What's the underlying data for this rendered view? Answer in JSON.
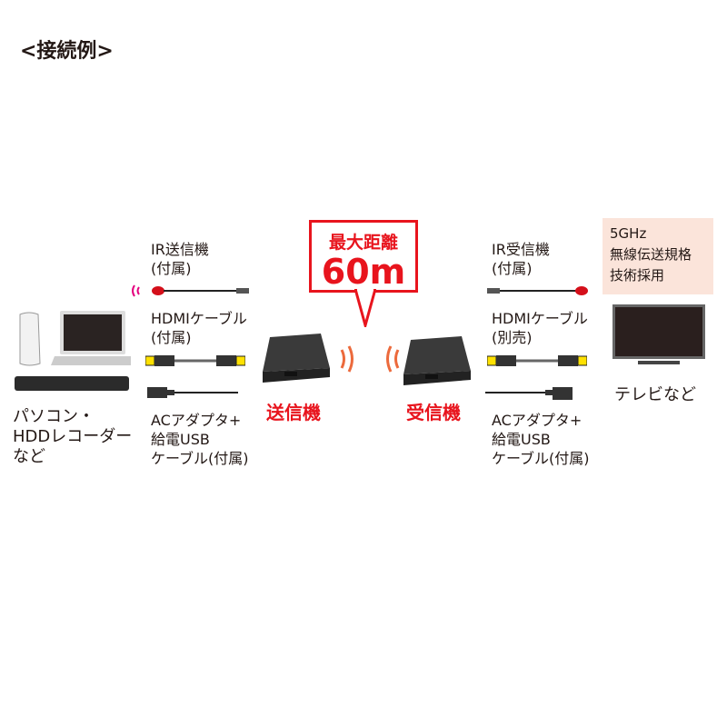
{
  "title": "<接続例>",
  "callout": {
    "line1": "最大距離",
    "line2": "60m"
  },
  "badge": {
    "line1": "5GHz",
    "line2": "無線伝送規格",
    "line3": "技術採用"
  },
  "source": {
    "line1": "パソコン・",
    "line2": "HDDレコーダー",
    "line3": "など"
  },
  "transmitter_side": {
    "ir": {
      "line1": "IR送信機",
      "line2": "(付属)"
    },
    "hdmi": {
      "line1": "HDMIケーブル",
      "line2": "(付属)"
    },
    "ac": {
      "line1": "ACアダプタ+",
      "line2": "給電USB",
      "line3": "ケーブル(付属)"
    },
    "device_label": "送信機"
  },
  "receiver_side": {
    "ir": {
      "line1": "IR受信機",
      "line2": "(付属)"
    },
    "hdmi": {
      "line1": "HDMIケーブル",
      "line2": "(別売)"
    },
    "ac": {
      "line1": "ACアダプタ+",
      "line2": "給電USB",
      "line3": "ケーブル(付属)"
    },
    "device_label": "受信機"
  },
  "display": {
    "label": "テレビなど"
  },
  "colors": {
    "accent_red": "#e8141d",
    "wave_orange": "#ec6a3c",
    "ir_wave_magenta": "#e4007f",
    "badge_bg": "#fbe4da",
    "hdmi_yellow": "#ffe100"
  }
}
